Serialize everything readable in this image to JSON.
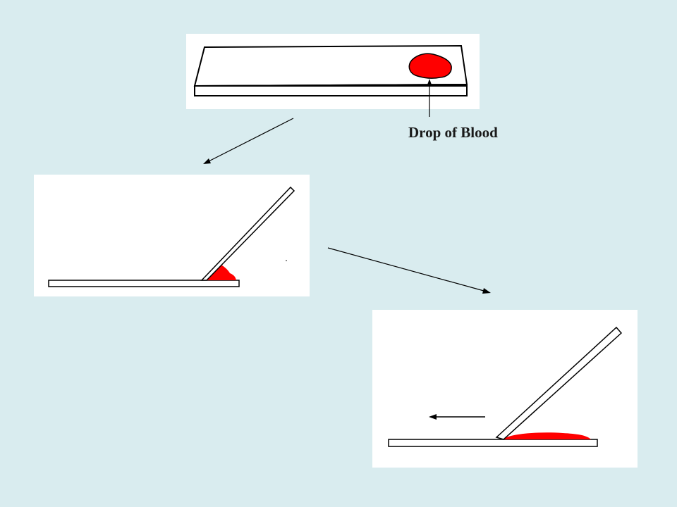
{
  "annotation": {
    "label": "Drop of Blood"
  },
  "colors": {
    "background": "#d9ecef",
    "panel": "#ffffff",
    "outline": "#000000",
    "blood": "#ff0000"
  },
  "panels": [
    {
      "name": "step-1-slide-with-drop"
    },
    {
      "name": "step-2-spreader-slide-touching-drop"
    },
    {
      "name": "step-3-spreading-blood-smear"
    }
  ],
  "icons": [
    "down-left-arrow-icon",
    "down-right-arrow-icon",
    "left-arrow-icon",
    "up-arrow-icon"
  ]
}
